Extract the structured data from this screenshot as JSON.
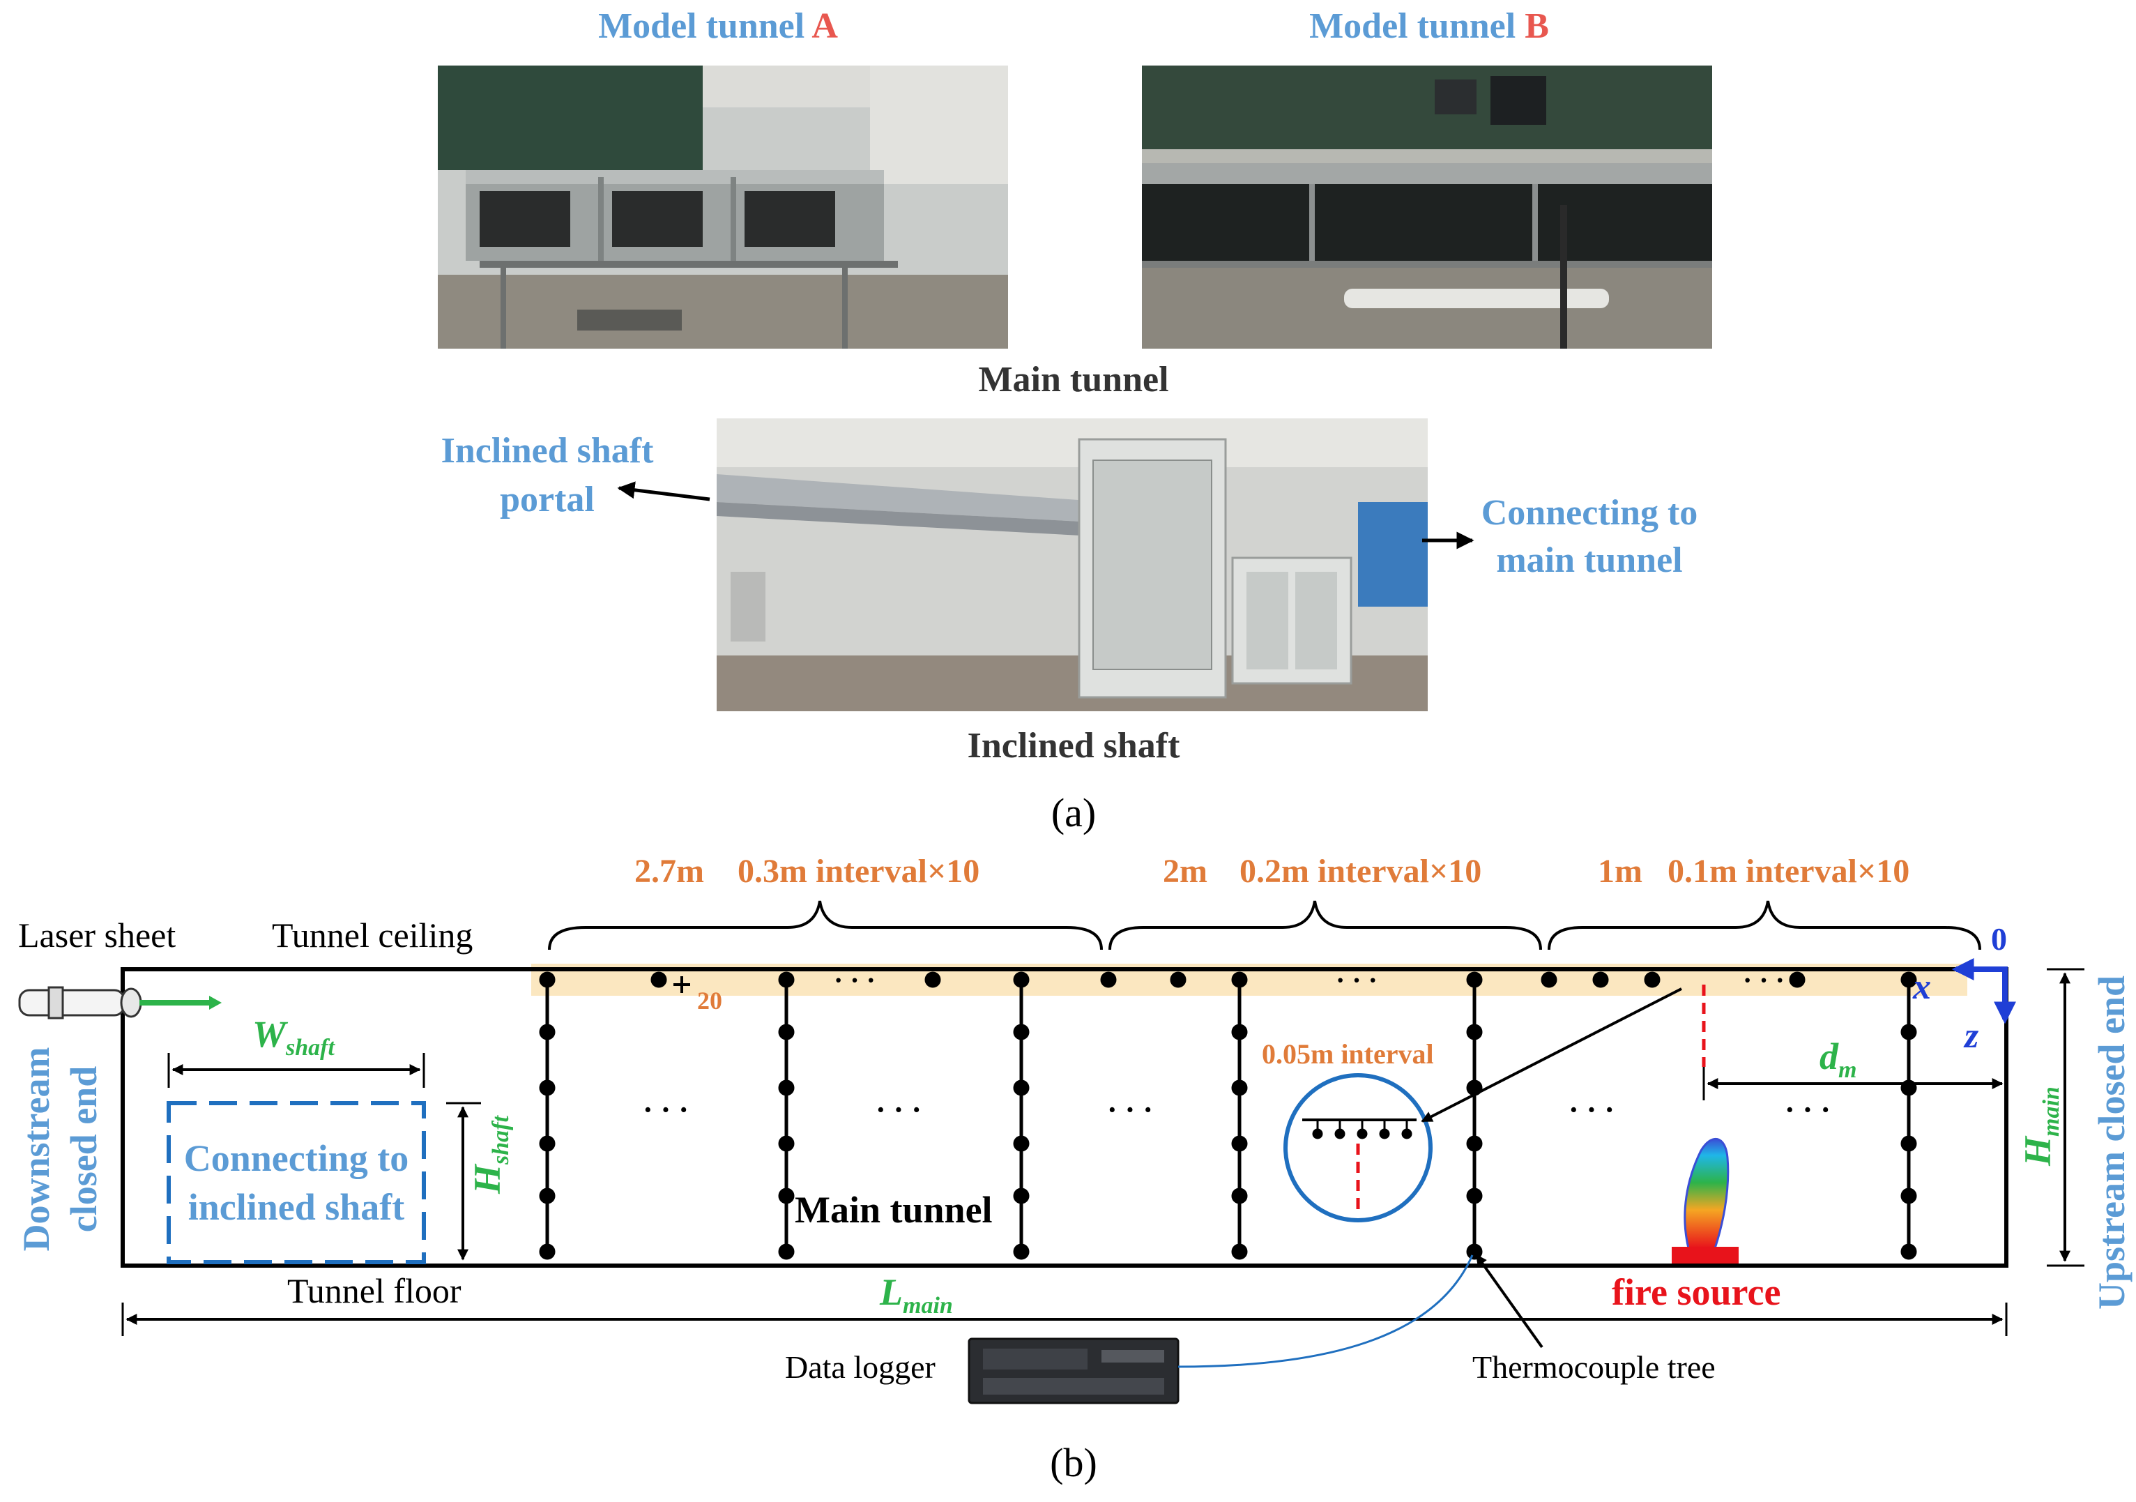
{
  "panel_a": {
    "title_a_prefix": "Model tunnel ",
    "title_a_letter": "A",
    "title_b_prefix": "Model tunnel ",
    "title_b_letter": "B",
    "main_tunnel_label": "Main tunnel",
    "inclined_portal_line1": "Inclined shaft",
    "inclined_portal_line2": "portal",
    "connecting_main_line1": "Connecting to",
    "connecting_main_line2": "main tunnel",
    "inclined_shaft_label": "Inclined shaft",
    "caption": "(a)"
  },
  "panel_b": {
    "interval_groups": [
      {
        "length": "2.7m",
        "interval": "0.3m interval×10"
      },
      {
        "length": "2m",
        "interval": "0.2m interval×10"
      },
      {
        "length": "1m",
        "interval": "0.1m interval×10"
      }
    ],
    "laser_sheet": "Laser sheet",
    "tunnel_ceiling": "Tunnel ceiling",
    "tunnel_floor": "Tunnel floor",
    "origin_label": "0",
    "axis_x": "x",
    "axis_z": "z",
    "marker_20": "20",
    "w_shaft_base": "W",
    "w_shaft_sub": "shaft",
    "h_shaft_base": "H",
    "h_shaft_sub": "shaft",
    "h_main_base": "H",
    "h_main_sub": "main",
    "l_main_base": "L",
    "l_main_sub": "main",
    "d_m_base": "d",
    "d_m_sub": "m",
    "connecting_shaft_line1": "Connecting to",
    "connecting_shaft_line2": "inclined shaft",
    "main_tunnel_label": "Main tunnel",
    "interval_005": "0.05m interval",
    "downstream_line1": "Downstream",
    "downstream_line2": "closed end",
    "upstream_label": "Upstream closed end",
    "fire_source": "fire source",
    "data_logger": "Data logger",
    "thermocouple_tree": "Thermocouple tree",
    "ellipsis": "· · ·",
    "caption": "(b)"
  },
  "colors": {
    "label_blue": "#5b9bd5",
    "letter_red": "#e8574f",
    "interval_orange": "#e07b39",
    "symbol_green": "#2db34a",
    "axis_blue": "#1f3fd6",
    "fire_red": "#e8131b",
    "ceiling_band": "#fbe7c0"
  }
}
